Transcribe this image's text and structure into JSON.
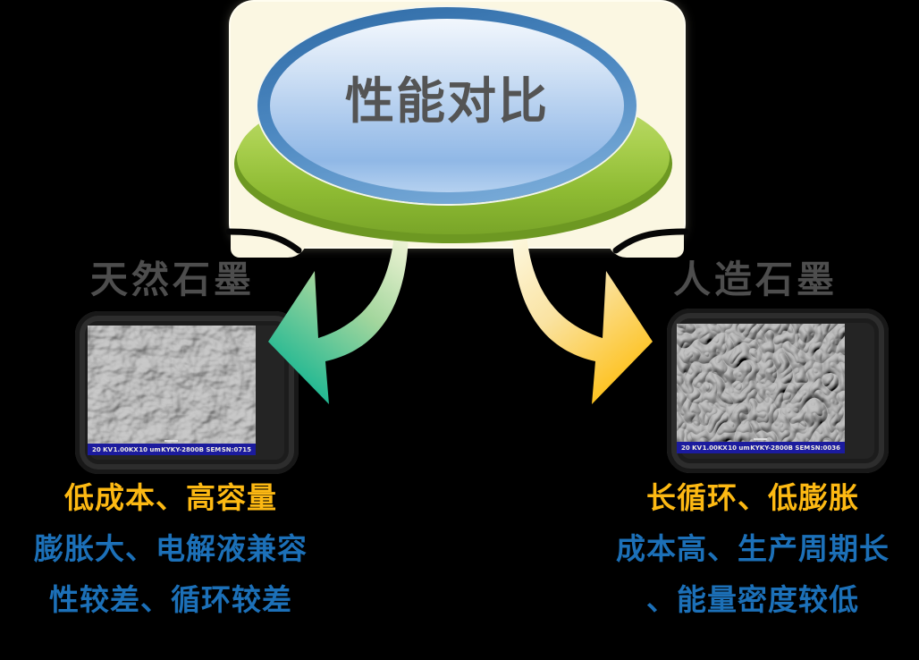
{
  "hub": {
    "title": "性能对比"
  },
  "left": {
    "label": "天然石墨",
    "sem_caption": {
      "kv": "20 KV",
      "mag": "1.00KX",
      "scale": "10 um",
      "device": "KYKY-2800B SEM",
      "sn": "SN:0715"
    },
    "pros": "低成本、高容量",
    "cons_line1": "膨胀大、电解液兼容",
    "cons_line2": "性较差、循环较差"
  },
  "right": {
    "label": "人造石墨",
    "sem_caption": {
      "kv": "20 KV",
      "mag": "1.00KX",
      "scale": "10 um",
      "device": "KYKY-2800B SEM",
      "sn": "SN:0036"
    },
    "pros": "长循环、低膨胀",
    "cons_line1": "成本高、生产周期长",
    "cons_line2": "、能量密度较低"
  },
  "colors": {
    "background": "#000000",
    "header_card": "#fbf7e2",
    "hub_ring_blue": "#3c7ab6",
    "hub_face_blue": "#a8c7ec",
    "hub_green": "#8ebb33",
    "title_gray": "#545454",
    "label_gray": "#4d4d4d",
    "arrow_green": "#10b491",
    "arrow_yellow": "#fec10d",
    "pros_text": "#fdb913",
    "cons_text": "#1c70b8",
    "sem_caption_bar": "#1b1b9e"
  }
}
